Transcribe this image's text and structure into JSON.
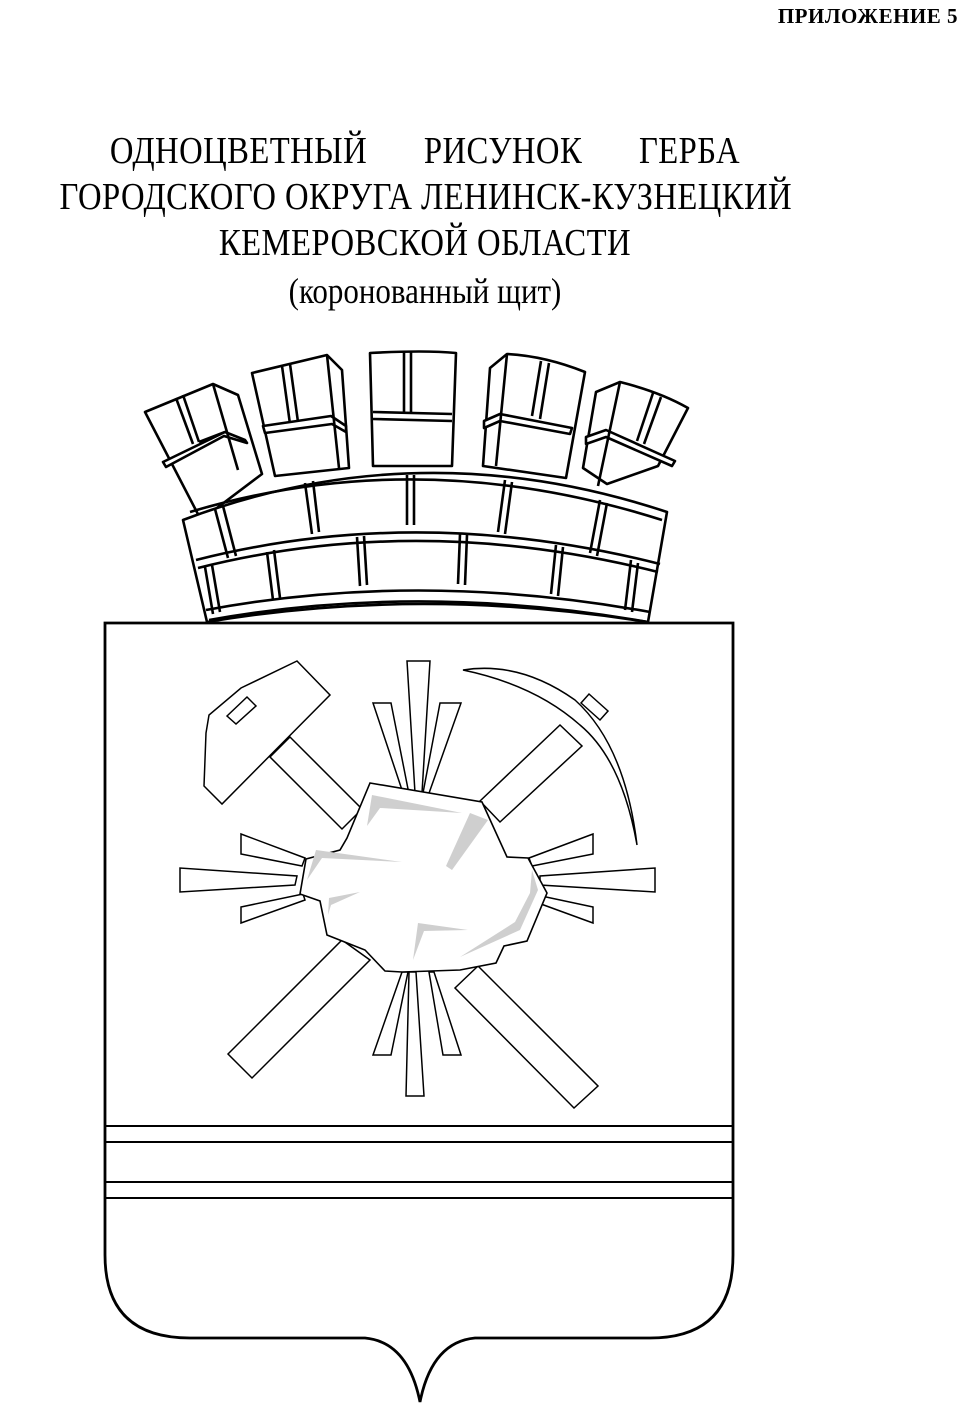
{
  "header": {
    "appendix_label": "ПРИЛОЖЕНИЕ 5"
  },
  "title": {
    "line1": "ОДНОЦВЕТНЫЙ   РИСУНОК   ГЕРБА",
    "line2": "ГОРОДСКОГО ОКРУГА ЛЕНИНСК-КУЗНЕЦКИЙ",
    "line3": "КЕМЕРОВСКОЙ ОБЛАСТИ",
    "subtitle": "(коронованный щит)"
  },
  "emblem": {
    "crown": {
      "type": "tower-crown",
      "towers": 5,
      "brick_rows": 2
    },
    "shield": {
      "charges": [
        "hammer-icon",
        "pickaxe-icon",
        "coal-lump-icon",
        "radiant-rays"
      ],
      "fess_stripes": 2
    },
    "colors": {
      "stroke": "#000000",
      "fill": "#ffffff",
      "shading": "#cfcfcf"
    }
  }
}
